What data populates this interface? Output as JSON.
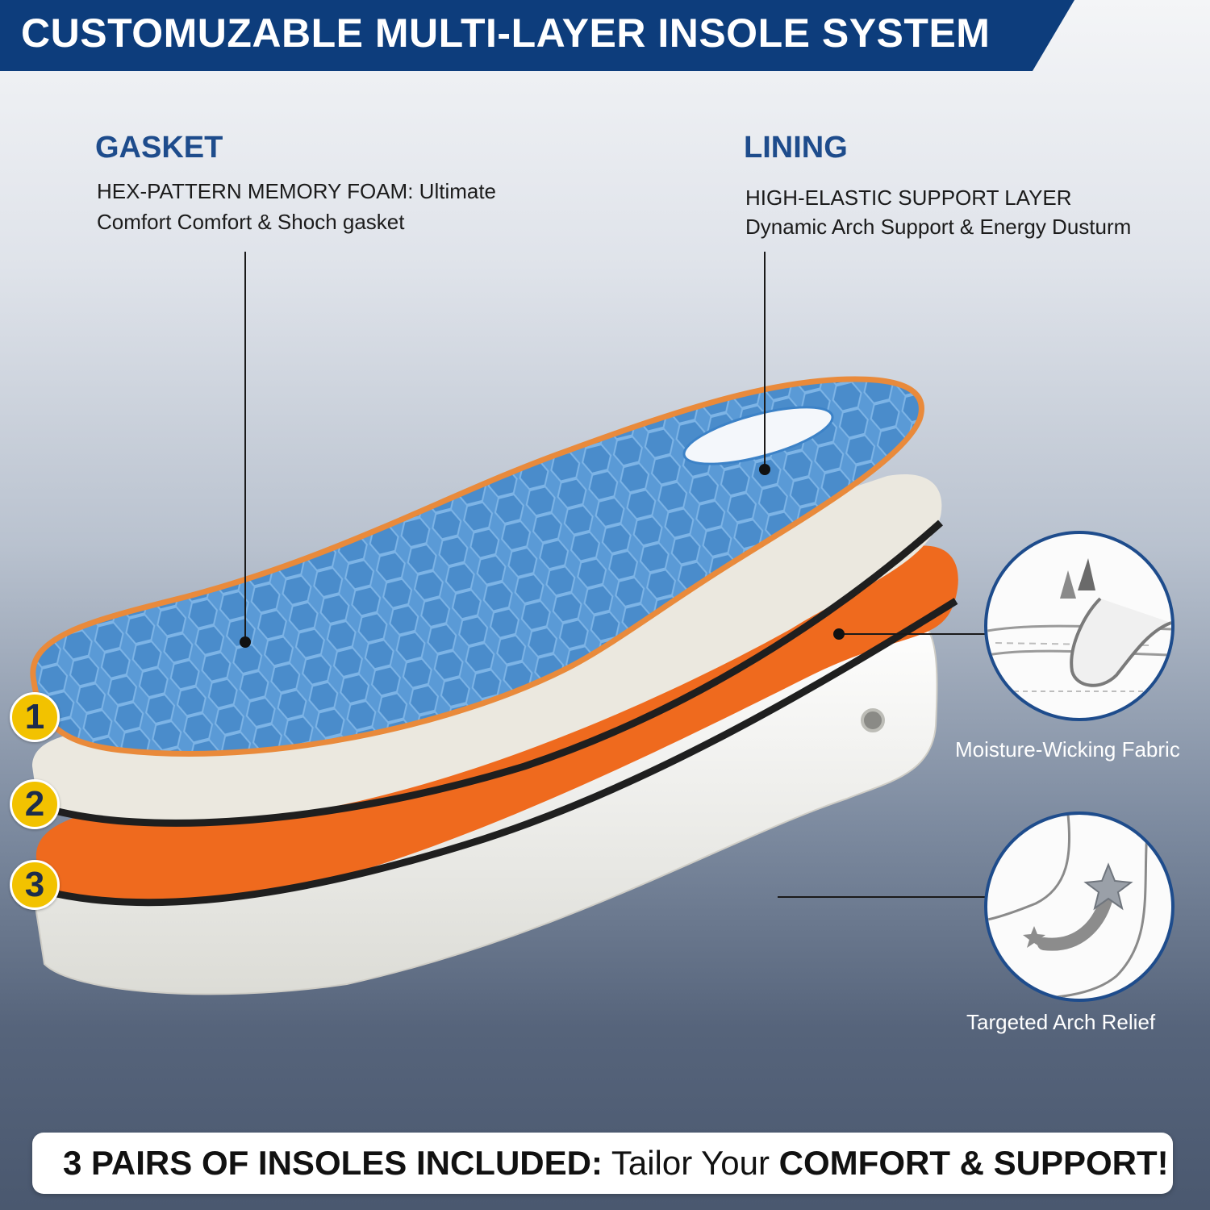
{
  "banner": {
    "title": "CUSTOMUZABLE MULTI-LAYER INSOLE SYSTEM",
    "color": "#0d3d7c"
  },
  "gasket": {
    "heading": "GASKET",
    "line1": "HEX-PATTERN MEMORY FOAM: Ultimate",
    "line2": "Comfort Comfort & Shoch gasket"
  },
  "lining": {
    "heading": "LINING",
    "line1": "HIGH-ELASTIC SUPPORT LAYER",
    "line2": "Dynamic Arch Support & Energy Dusturm"
  },
  "features": [
    {
      "icon": "fabric-press-icon",
      "caption": "Moisture-Wicking Fabric"
    },
    {
      "icon": "heel-arch-icon",
      "caption": "Targeted Arch Relief"
    }
  ],
  "layers": [
    {
      "number": "1",
      "color": "#4f94d4"
    },
    {
      "number": "2",
      "color": "#ebe8df"
    },
    {
      "number": "3",
      "color": "#ef6a1e"
    }
  ],
  "footer": {
    "part1": "3 PAIRS OF INSOLES INCLUDED:",
    "part2": " Tailor Your ",
    "part3": "COMFORT & SUPPORT!"
  }
}
